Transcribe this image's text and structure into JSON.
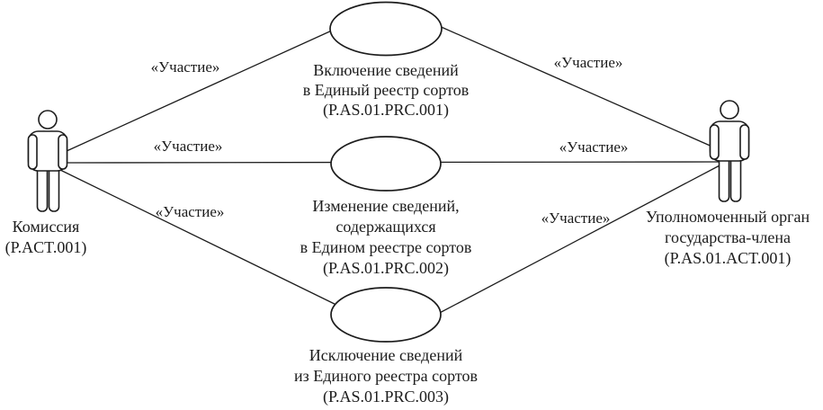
{
  "diagram_type": "uml-use-case",
  "colors": {
    "background": "#ffffff",
    "stroke": "#1c1c1c",
    "text": "#1c1c1c",
    "shape_fill": "#ffffff"
  },
  "actors": [
    {
      "id": "commission",
      "name_lines": [
        "Комиссия",
        "(P.ACT.001)"
      ]
    },
    {
      "id": "authorized-body",
      "name_lines": [
        "Уполномоченный орган",
        "государства-члена",
        "(P.AS.01.ACT.001)"
      ]
    }
  ],
  "use_cases": [
    {
      "id": "prc-001",
      "name_lines": [
        "Включение сведений",
        "в Единый реестр сортов",
        "(P.AS.01.PRC.001)"
      ]
    },
    {
      "id": "prc-002",
      "name_lines": [
        "Изменение сведений,",
        "содержащихся",
        "в Едином реестре сортов",
        "(P.AS.01.PRC.002)"
      ]
    },
    {
      "id": "prc-003",
      "name_lines": [
        "Исключение сведений",
        "из Единого реестра сортов",
        "(P.AS.01.PRC.003)"
      ]
    }
  ],
  "connections": [
    {
      "from": "commission",
      "to": "prc-001",
      "label": "«Участие»"
    },
    {
      "from": "prc-001",
      "to": "authorized-body",
      "label": "«Участие»"
    },
    {
      "from": "commission",
      "to": "prc-002",
      "label": "«Участие»"
    },
    {
      "from": "prc-002",
      "to": "authorized-body",
      "label": "«Участие»"
    },
    {
      "from": "commission",
      "to": "prc-003",
      "label": "«Участие»"
    },
    {
      "from": "prc-003",
      "to": "authorized-body",
      "label": "«Участие»"
    }
  ]
}
